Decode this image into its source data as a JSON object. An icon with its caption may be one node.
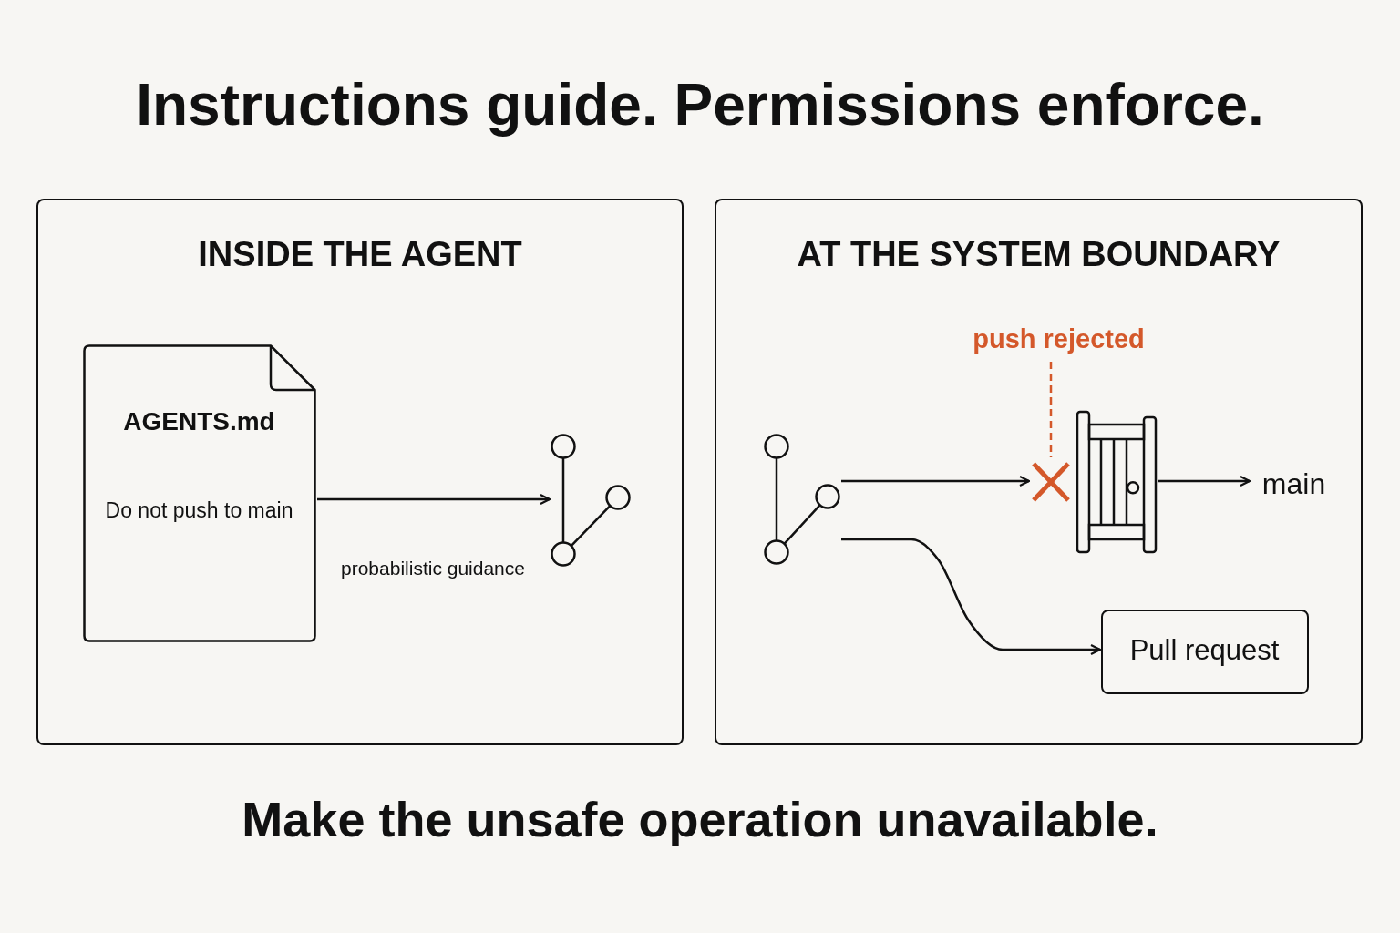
{
  "diagram": {
    "title": "Instructions guide. Permissions enforce.",
    "caption": "Make the unsafe operation unavailable.",
    "nodes": [
      {
        "text": [
          "INSIDE THE AGENT"
        ]
      },
      {
        "text": [
          "AGENTS.md",
          "Do not push to main"
        ],
        "in": 0
      },
      {
        "text": [],
        "shape": "graph",
        "in": 0
      },
      {
        "text": [
          "AT THE SYSTEM BOUNDARY"
        ]
      },
      {
        "text": [],
        "shape": "graph",
        "in": 3
      },
      {
        "text": [],
        "shape": "cross",
        "in": 3
      },
      {
        "text": [],
        "shape": "gate",
        "in": 3
      },
      {
        "text": [
          "main"
        ],
        "in": 3
      },
      {
        "text": [
          "Pull request"
        ],
        "in": 3
      },
      {
        "text": [
          "push rejected"
        ],
        "in": 3
      }
    ],
    "edges": [
      {
        "from": 1,
        "to": 2,
        "arrow": "to",
        "label": "probabilistic guidance"
      },
      {
        "from": 4,
        "to": 5,
        "arrow": "to"
      },
      {
        "from": 4,
        "to": 8,
        "arrow": "to"
      },
      {
        "from": 6,
        "to": 7,
        "arrow": "to"
      },
      {
        "from": 9,
        "to": 5,
        "arrow": "none",
        "style": "dashed",
        "color": "#d4582a"
      }
    ]
  }
}
